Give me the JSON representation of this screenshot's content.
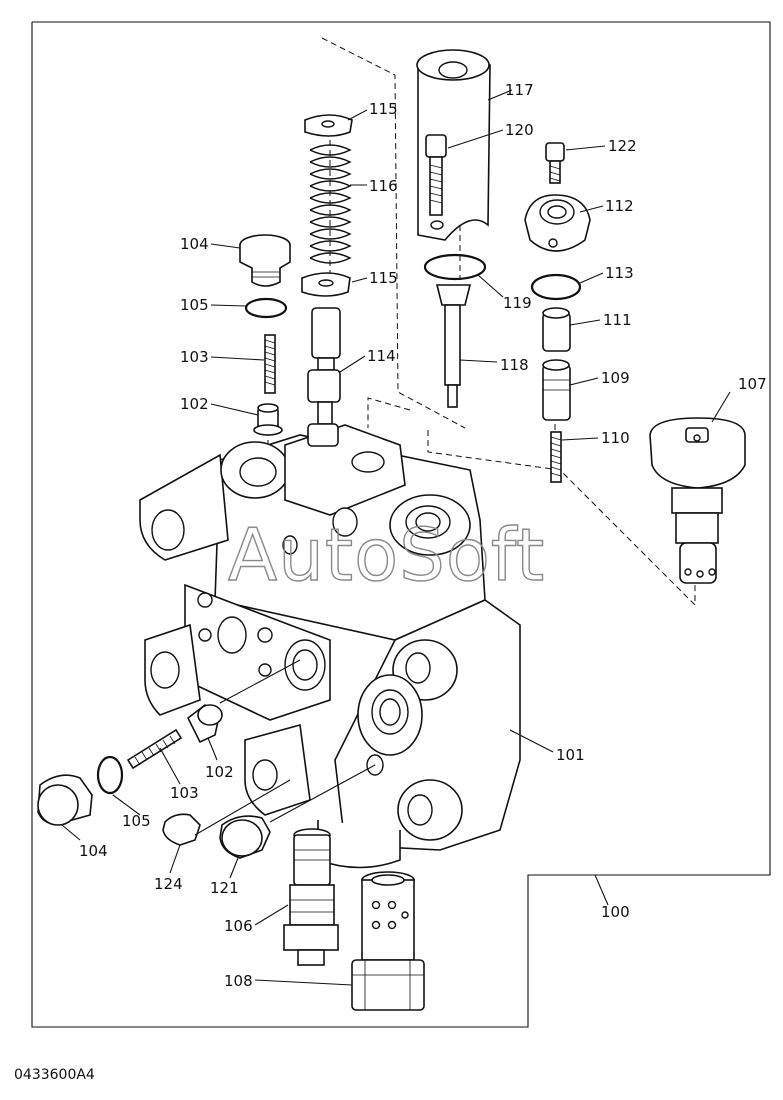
{
  "watermark": "AutoSoft",
  "drawing_code": "0433600A4",
  "callouts": [
    "100",
    "101",
    "102",
    "102",
    "103",
    "103",
    "104",
    "104",
    "105",
    "105",
    "106",
    "107",
    "108",
    "109",
    "110",
    "111",
    "112",
    "113",
    "114",
    "115",
    "115",
    "116",
    "117",
    "118",
    "119",
    "120",
    "121",
    "122",
    "124"
  ]
}
